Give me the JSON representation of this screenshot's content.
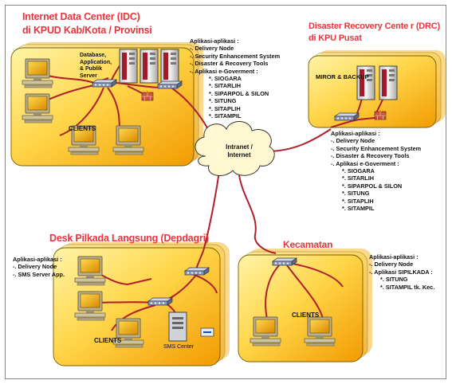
{
  "colors": {
    "title": "#e8343c",
    "wire": "#b01e2a",
    "box_light": "#ffe680",
    "box_dark": "#f2a100"
  },
  "idc": {
    "title_line1": "Internet Data Center (IDC)",
    "title_line2": "di KPUD Kab/Kota / Provinsi",
    "server_label_lines": [
      "Database,",
      "Application,",
      "& Publik",
      "Server"
    ],
    "clients_label": "CLIENTS",
    "apps_header": "Aplikasi-aplikasi :",
    "apps": [
      "-. Delivery Node",
      "-. Security Enhancement System",
      "-. Disaster & Recovery Tools",
      "-. Aplikasi e-Goverment :"
    ],
    "egov": [
      "*. SIOGARA",
      "*. SITARLIH",
      "*. SIPARPOL & SILON",
      "*. SITUNG",
      "*. SITAPLIH",
      "*. SITAMPIL"
    ]
  },
  "drc": {
    "title_line1": "Disaster Recovery Cente r (DRC)",
    "title_line2": "di KPU Pusat",
    "mirror_label": "MIROR & BACKUP",
    "apps_header": "Aplikasi-aplikasi :",
    "apps": [
      "-. Delivery Node",
      "-. Security Enhancement System",
      "-. Disaster & Recovery Tools",
      "-. Aplikasi e-Goverment :"
    ],
    "egov": [
      "*. SIOGARA",
      "*. SITARLIH",
      "*. SIPARPOL & SILON",
      "*. SITUNG",
      "*. SITAPLIH",
      "*. SITAMPIL"
    ]
  },
  "cloud": {
    "line1": "Intranet /",
    "line2": "Internet"
  },
  "desk": {
    "title": "Desk Pilkada Langsung (Depdagri)",
    "apps_header": "Aplikasi-aplikasi :",
    "apps": [
      "-. Delivery Node",
      "-. SMS Server App."
    ],
    "clients_label": "CLIENTS",
    "sms_label": "SMS Center"
  },
  "kecamatan": {
    "title": "Kecamatan",
    "apps_header": "Aplikasi-aplikasi :",
    "apps": [
      "-. Delivery Node",
      "-. Aplikasi SIPILKADA :"
    ],
    "sub": [
      "*. SITUNG",
      "*. SITAMPIL tk. Kec."
    ],
    "clients_label": "CLIENTS"
  },
  "icons": [
    "pc-icon",
    "server-rack-icon",
    "network-switch-icon",
    "firewall-icon",
    "cloud-icon",
    "sms-tower-icon"
  ]
}
